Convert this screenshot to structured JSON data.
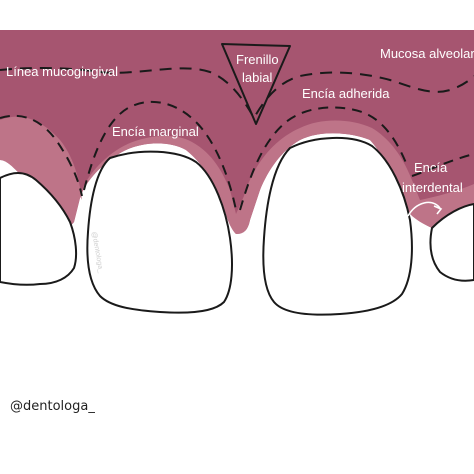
{
  "labels": {
    "mucogingival": "Línea mucogingival",
    "frenillo_line1": "Frenillo",
    "frenillo_line2": "labial",
    "mucosa_alveolar": "Mucosa alveolar",
    "encia_adherida": "Encía adherida",
    "encia_marginal": "Encía marginal",
    "interdental_line1": "Encía",
    "interdental_line2": "interdental"
  },
  "credit": "@dentologa_",
  "watermark": "@dentologa_",
  "colors": {
    "gum_dark": "#a65570",
    "gum_light": "#be7488",
    "outline": "#1a1a1a",
    "tooth": "#ffffff",
    "label": "#ffffff"
  }
}
